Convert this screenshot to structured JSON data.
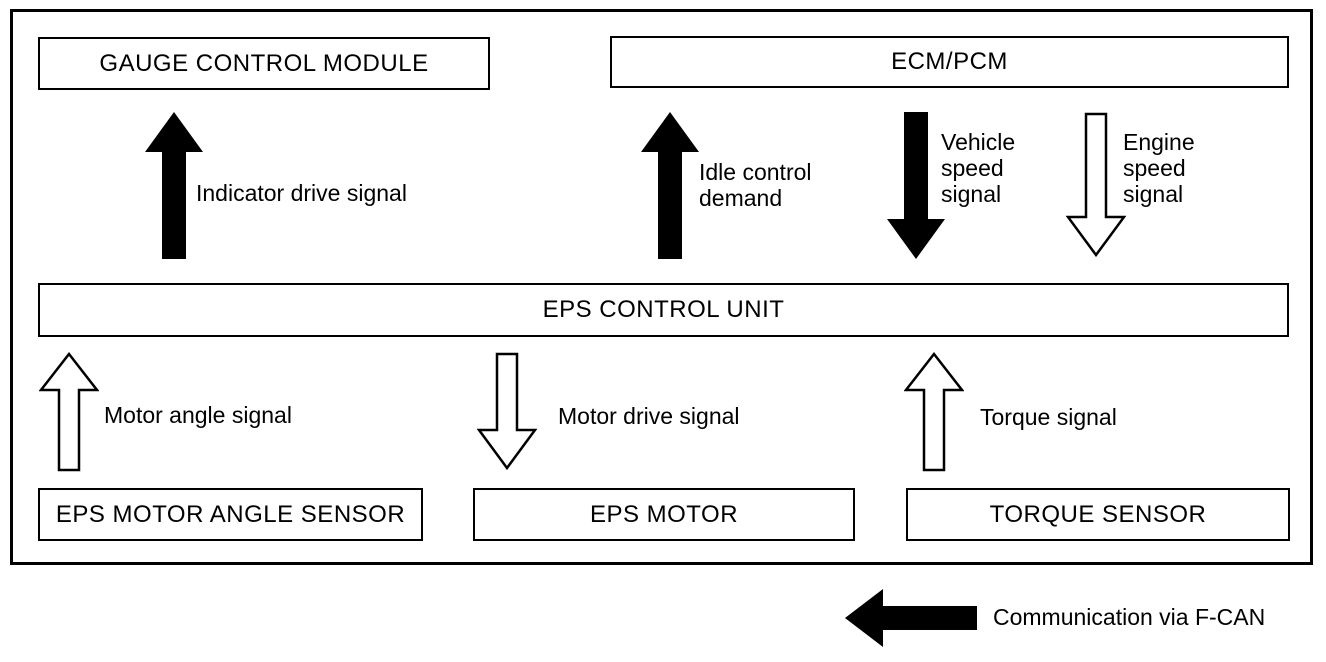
{
  "diagram": {
    "boxes": {
      "gauge_control_module": "GAUGE CONTROL MODULE",
      "ecm_pcm": "ECM/PCM",
      "eps_control_unit": "EPS CONTROL UNIT",
      "eps_motor_angle_sensor": "EPS MOTOR ANGLE SENSOR",
      "eps_motor": "EPS MOTOR",
      "torque_sensor": "TORQUE SENSOR"
    },
    "signal_labels": {
      "indicator_drive": "Indicator drive signal",
      "idle_control": "Idle control demand",
      "vehicle_speed": "Vehicle speed signal",
      "engine_speed": "Engine speed signal",
      "motor_angle": "Motor angle signal",
      "motor_drive": "Motor drive signal",
      "torque": "Torque signal"
    },
    "legend": {
      "communication": "Communication via F-CAN"
    },
    "colors": {
      "line": "#000000",
      "background": "#ffffff"
    }
  }
}
